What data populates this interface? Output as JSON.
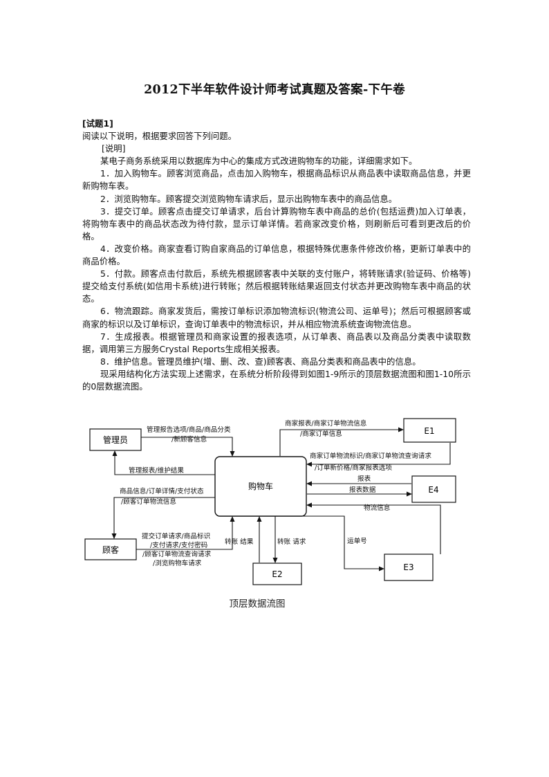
{
  "doc": {
    "title": "2012下半年软件设计师考试真题及答案-下午卷",
    "section": "[试题1]",
    "intro": "阅读以下说明，根据要求回答下列问题。",
    "note_heading": "[说明]",
    "paragraphs": [
      "某电子商务系统采用以数据库为中心的集成方式改进购物车的功能，详细需求如下。",
      "1．加入购物车。顾客浏览商品，点击加入购物车，根据商品标识从商品表中读取商品信息，并更新购物车表。",
      "2．浏览购物车。顾客提交浏览购物车请求后，显示出购物车表中的商品信息。",
      "3．提交订单。顾客点击提交订单请求，后台计算购物车表中商品的总价(包括运费)加入订单表，将购物车表中的商品状态改为待付款，显示订单详情。若商家改变价格，则刷新后可看到更改后的价格。",
      "4．改变价格。商家查看订购自家商品的订单信息，根据特殊优惠条件修改价格，更新订单表中的商品价格。",
      "5．付款。顾客点击付款后，系统先根据顾客表中关联的支付账户，将转账请求(验证码、价格等)提交给支付系统(如信用卡系统)进行转账；然后根据转账结果返回支付状态并更改购物车表中商品的状态。",
      "6．物流跟踪。商家发货后，需按订单标识添加物流标识(物流公司、运单号)；然后可根据顾客或商家的标识以及订单标识，查询订单表中的物流标识，并从相应物流系统查询物流信息。",
      "7．生成报表。根据管理员和商家设置的报表选项，从订单表、商品表以及商品分类表中读取数据，调用第三方服务Crystal Reports生成相关报表。",
      "8．维护信息。管理员维护(增、删、改、查)顾客表、商品分类表和商品表中的信息。",
      "现采用结构化方法实现上述需求，在系统分析阶段得到如图1-9所示的顶层数据流图和图1-10所示的0层数据流图。"
    ]
  },
  "diagram": {
    "caption": "顶层数据流图",
    "process": "购物车",
    "entities": {
      "admin": "管理员",
      "customer": "顾客",
      "e1": "E1",
      "e2": "E2",
      "e3": "E3",
      "e4": "E4"
    },
    "flows": {
      "admin_in_1": "管理报告选项/商品/商品分类",
      "admin_in_2": "/新顾客信息",
      "admin_out": "管理报表/维护结果",
      "cust_out_1": "商品信息/订单详情/支付状态",
      "cust_out_2": "/顾客订单物流信息",
      "cust_in_1": "提交订单请求/商品标识",
      "cust_in_2": "/支付请求/支付密码",
      "cust_in_3": "/顾客订单物流查询请求",
      "cust_in_4": "/浏览购物车请求",
      "e1_out_1": "商家报表/商家订单物流信息",
      "e1_out_2": "/商家订单信息",
      "e1_in_1": "商家订单物流标识/商家订单物流查询请求",
      "e1_in_2": "/订单新价格/商家报表选项",
      "e4_in": "报表",
      "e4_out": "报表数据",
      "e3_in": "物流信息",
      "e3_out": "运单号",
      "e2_result": "转账 结果",
      "e2_request": "转账 请求"
    }
  }
}
